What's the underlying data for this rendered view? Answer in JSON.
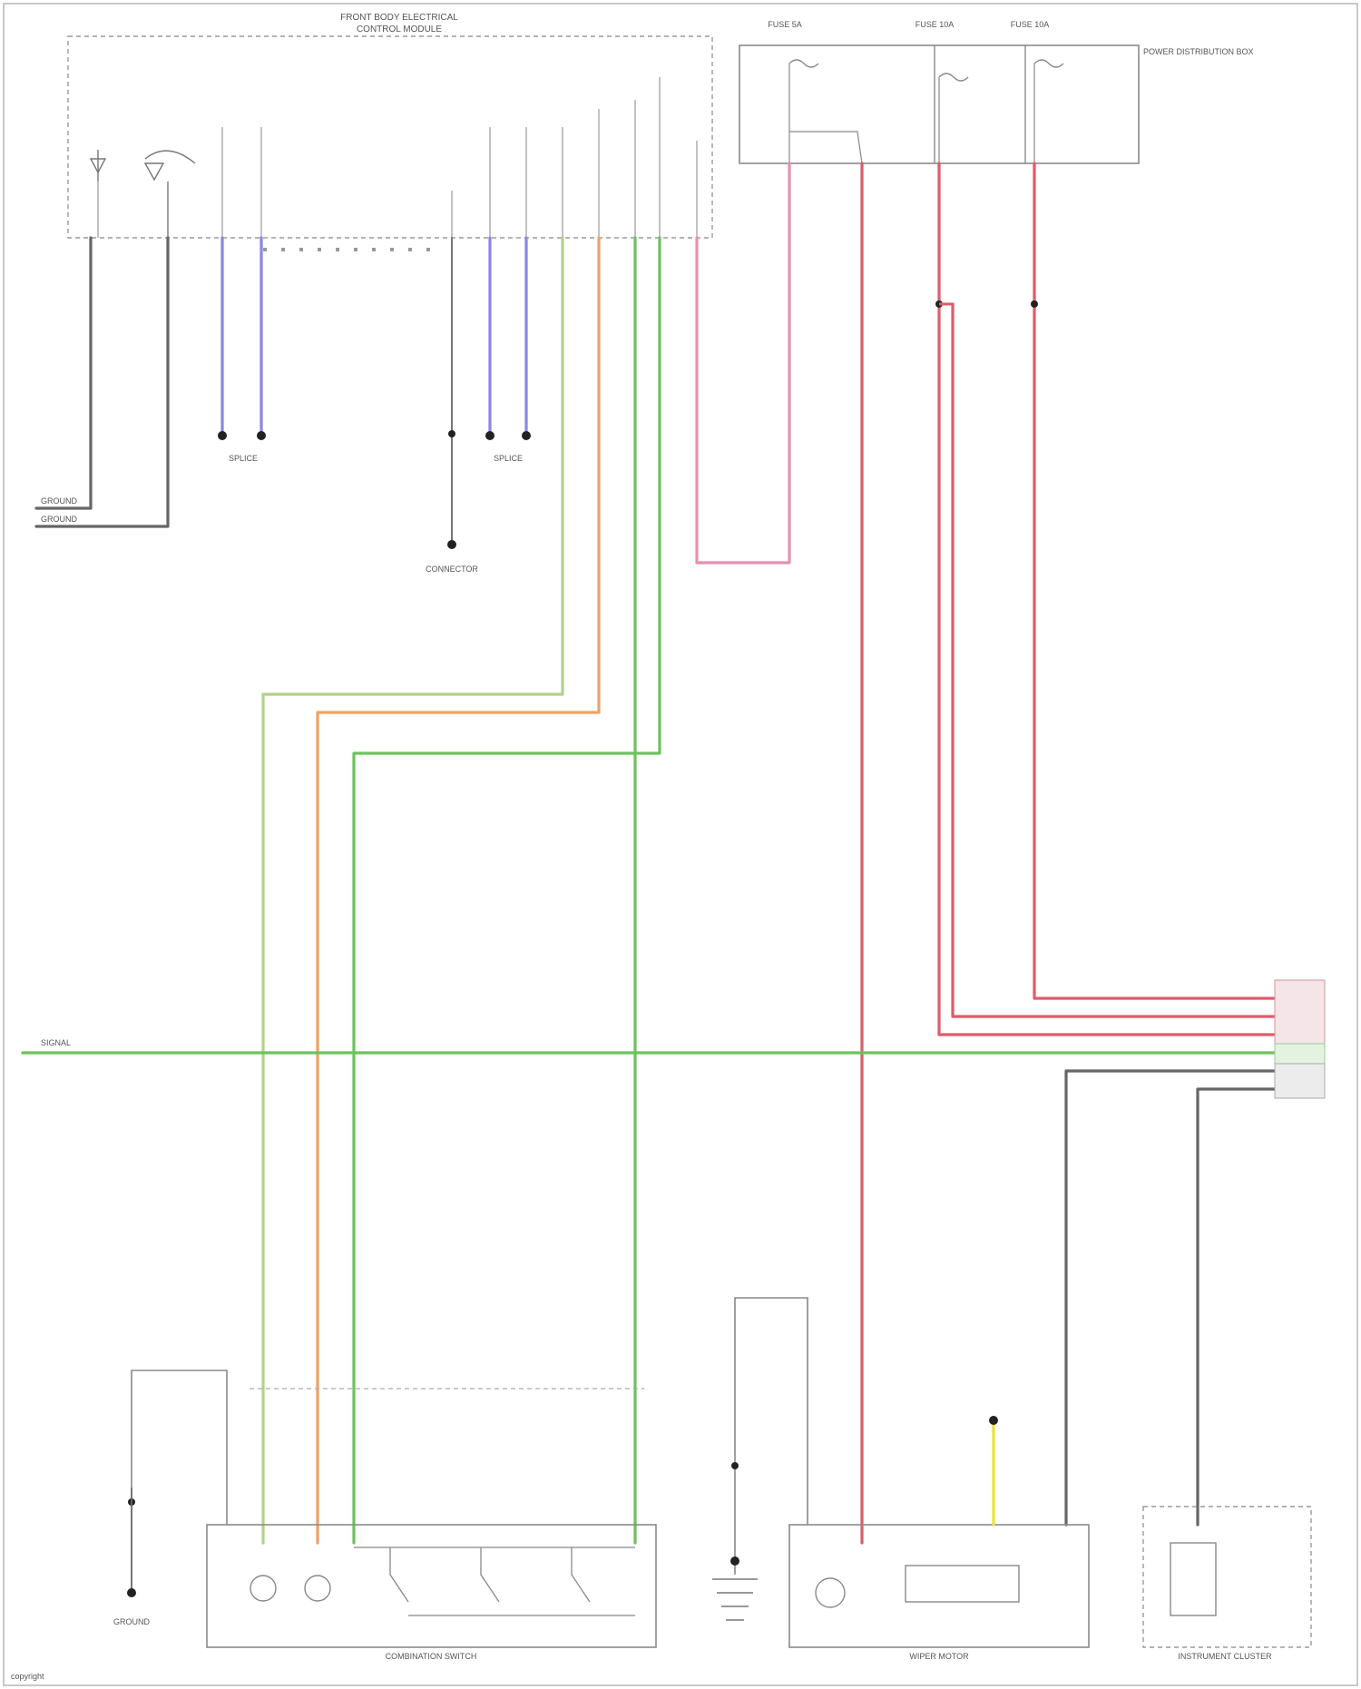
{
  "diagram": {
    "colors": {
      "gray": "#666666",
      "blue": "#8b84e8",
      "red": "#e05a6a",
      "pink": "#e78fb0",
      "orange": "#f2a062",
      "light_green": "#b5d08a",
      "green": "#6dc25c",
      "yellow": "#e8e23a"
    },
    "text": {
      "bcm_title_1": "FRONT BODY ELECTRICAL",
      "bcm_title_2": "CONTROL MODULE",
      "fuse_1": "FUSE 5A",
      "fuse_2": "FUSE 10A",
      "fuse_3": "FUSE 10A",
      "power_box": "POWER DISTRIBUTION BOX",
      "ground_1": "GROUND",
      "ground_2": "GROUND",
      "splice_1": "SPLICE",
      "splice_2": "SPLICE",
      "connector_1": "CONNECTOR",
      "signal_bus": "SIGNAL",
      "lower_left_ground": "GROUND",
      "switch_module": "COMBINATION SWITCH",
      "wiper_motor": "WIPER MOTOR",
      "cluster": "INSTRUMENT CLUSTER",
      "footer": "copyright"
    }
  }
}
